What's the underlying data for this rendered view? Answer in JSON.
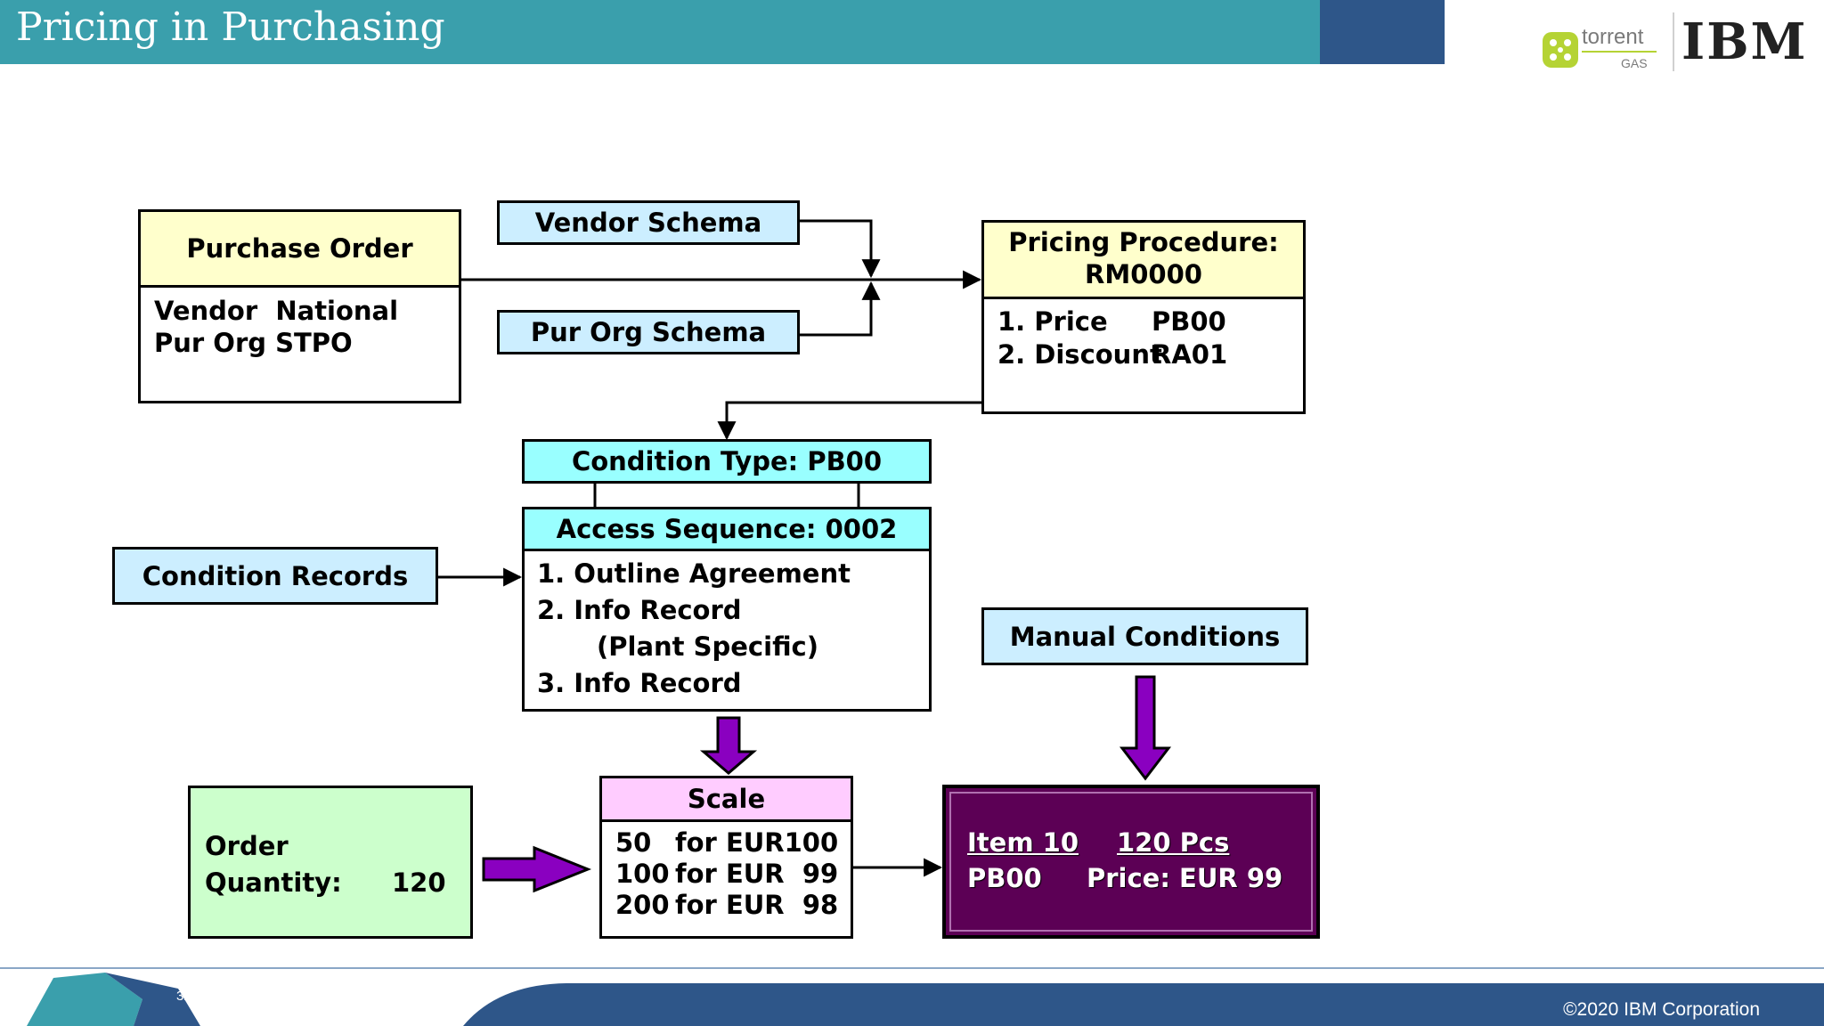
{
  "slide": {
    "title": "Pricing in Purchasing",
    "page_number": "32",
    "copyright": "©2020 IBM Corporation"
  },
  "logos": {
    "torrent_name": "torrent",
    "torrent_sub": "GAS",
    "ibm": "IBM"
  },
  "diagram": {
    "purchase_order": {
      "title": "Purchase Order",
      "lines": [
        "Vendor  National",
        "Pur Org STPO"
      ]
    },
    "vendor_schema": "Vendor Schema",
    "pur_org_schema": "Pur Org Schema",
    "pricing_procedure": {
      "title_line1": "Pricing Procedure:",
      "title_line2": "RM0000",
      "rows": [
        {
          "label": "1. Price",
          "code": "PB00"
        },
        {
          "label": "2. Discount",
          "code": "RA01"
        }
      ]
    },
    "condition_type": "Condition Type: PB00",
    "access_sequence": {
      "title": "Access Sequence: 0002",
      "lines": [
        "1. Outline Agreement",
        "2. Info Record",
        "(Plant Specific)",
        "3. Info Record"
      ]
    },
    "condition_records": "Condition Records",
    "manual_conditions": "Manual Conditions",
    "order_quantity": {
      "label_line1": "Order",
      "label_line2": "Quantity:",
      "value": "120"
    },
    "scale": {
      "title": "Scale",
      "rows": [
        {
          "qty": "50",
          "text": "for EUR100"
        },
        {
          "qty": "100",
          "text": "for EUR  99"
        },
        {
          "qty": "200",
          "text": "for EUR  98"
        }
      ]
    },
    "result": {
      "item": "Item 10",
      "pcs": "120 Pcs",
      "cond": "PB00",
      "price": "Price: EUR 99"
    }
  },
  "colors": {
    "header_teal": "#3a9fac",
    "header_navy": "#2e5689",
    "yellow_fill": "#ffffcc",
    "light_blue_fill": "#cceeff",
    "cyan_fill": "#99ffff",
    "pink_fill": "#ffccff",
    "green_fill": "#ccffcc",
    "purple_fill": "#5c0055",
    "arrow_purple": "#8a00c0"
  }
}
